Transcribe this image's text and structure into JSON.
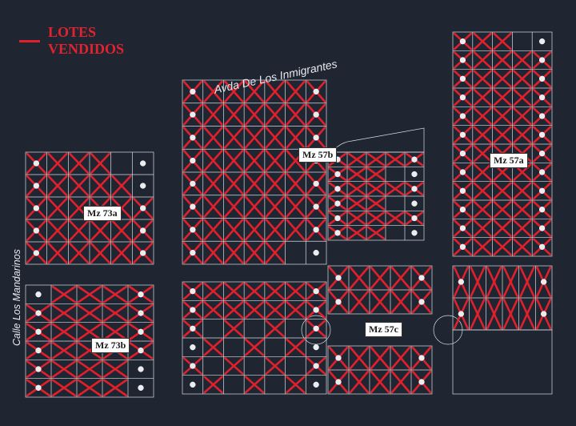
{
  "legend": {
    "line1": "LOTES",
    "line2": "VENDIDOS",
    "color": "#e0202c"
  },
  "streets": {
    "top": "Avda De Los Inmigrantes",
    "left": "Calle Los Mandarinos"
  },
  "blocks": {
    "mz73a": "Mz 73a",
    "mz73b": "Mz 73b",
    "mz57a": "Mz 57a",
    "mz57b": "Mz 57b",
    "mz57c": "Mz 57c"
  },
  "colors": {
    "background": "#1f2631",
    "lines": "#d8dde6",
    "sold": "#e0202c"
  }
}
